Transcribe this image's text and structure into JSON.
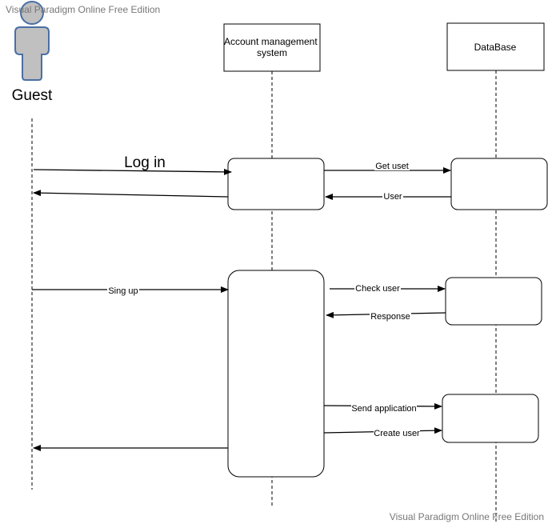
{
  "watermark_top": "Visual Paradigm Online Free Edition",
  "watermark_bottom": "Visual Paradigm Online Free Edition",
  "actor": {
    "label": "Guest",
    "icon": "person-actor-icon"
  },
  "lifelines": {
    "system": "Account management\nsystem",
    "database": "DataBase"
  },
  "messages": {
    "login": "Log in",
    "get_user": "Get uset",
    "user": "User",
    "sign_up": "Sing up",
    "check_user": "Check user",
    "response": "Response",
    "send_application": "Send application",
    "create_user": "Create user"
  },
  "colors": {
    "actor_fill": "#C0C0C0",
    "actor_stroke": "#4A6FA5",
    "watermark": "#777777"
  }
}
